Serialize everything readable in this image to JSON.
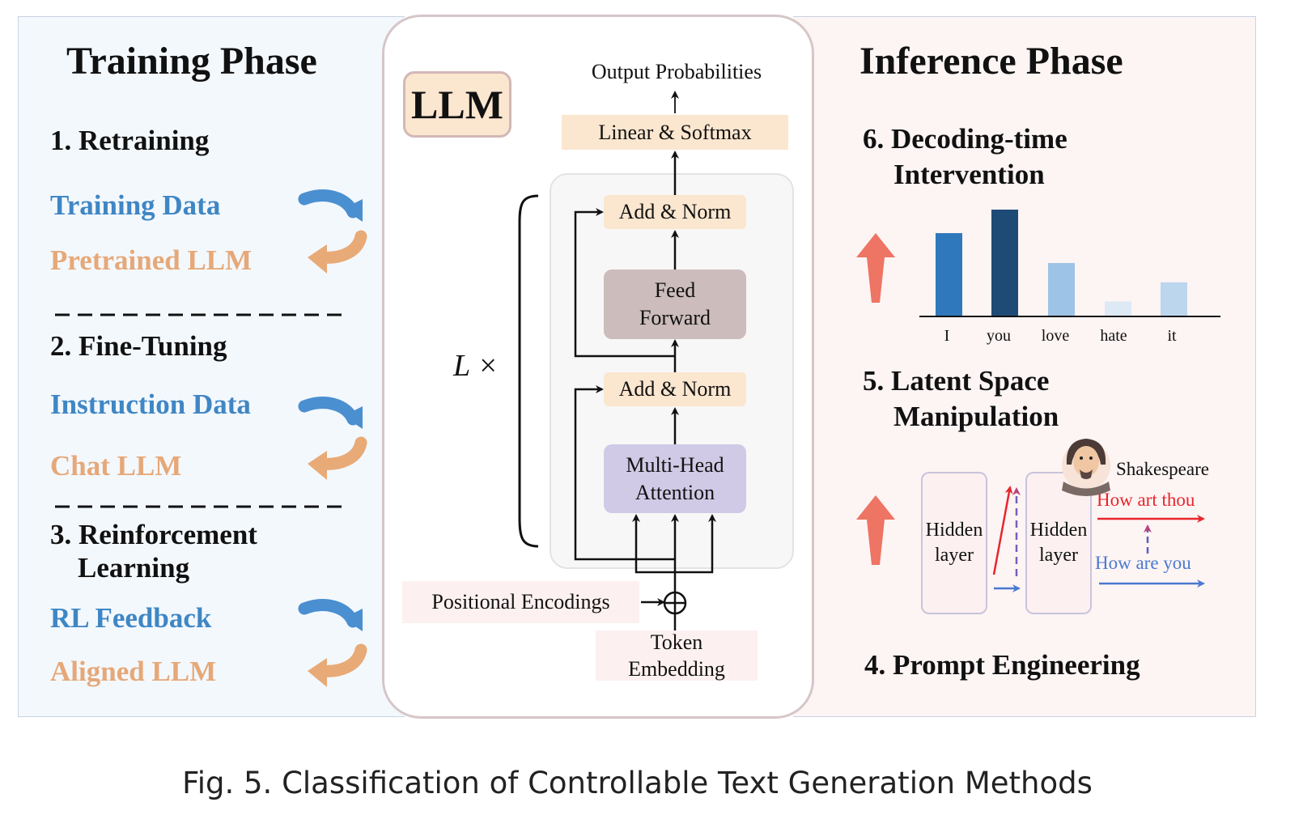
{
  "caption": "Fig. 5.  Classification of Controllable Text Generation Methods",
  "training": {
    "title": "Training Phase",
    "step1": "1. Retraining",
    "step1_data": "Training Data",
    "step1_model": "Pretrained LLM",
    "step2": "2. Fine-Tuning",
    "step2_data": "Instruction Data",
    "step2_model": "Chat LLM",
    "step3_line1": "3. Reinforcement",
    "step3_line2": "Learning",
    "step3_data": "RL Feedback",
    "step3_model": "Aligned LLM"
  },
  "llm": {
    "badge": "LLM",
    "output": "Output Probabilities",
    "linear_softmax": "Linear & Softmax",
    "add_norm_top": "Add & Norm",
    "feed_line1": "Feed",
    "feed_line2": "Forward",
    "add_norm_bottom": "Add & Norm",
    "mha_line1": "Multi-Head",
    "mha_line2": "Attention",
    "positional": "Positional Encodings",
    "token_line1": "Token",
    "token_line2": "Embedding",
    "repeat": "L ×"
  },
  "inference": {
    "title": "Inference Phase",
    "step6_line1": "6. Decoding-time",
    "step6_line2": "Intervention",
    "step5_line1": "5. Latent Space",
    "step5_line2": "Manipulation",
    "step4": "4. Prompt Engineering",
    "hidden_line1": "Hidden",
    "hidden_line2": "layer",
    "shakespeare": "Shakespeare",
    "how_art_thou": "How art thou",
    "how_are_you": "How are you"
  },
  "colors": {
    "blue_text": "#3f86c4",
    "orange_text": "#e6a878",
    "up_arrow": "#ee7463",
    "red_line": "#e8262b",
    "blue_line": "#4a79d0"
  },
  "chart_data": {
    "type": "bar",
    "categories": [
      "I",
      "you",
      "love",
      "hate",
      "it"
    ],
    "values": [
      0.78,
      1.0,
      0.5,
      0.14,
      0.32
    ],
    "colors": [
      "#2f78bb",
      "#1e4b76",
      "#9dc3e6",
      "#dde9f5",
      "#bcd6ee"
    ],
    "title": "",
    "xlabel": "",
    "ylabel": "",
    "ylim": [
      0,
      1
    ],
    "grid": false
  }
}
